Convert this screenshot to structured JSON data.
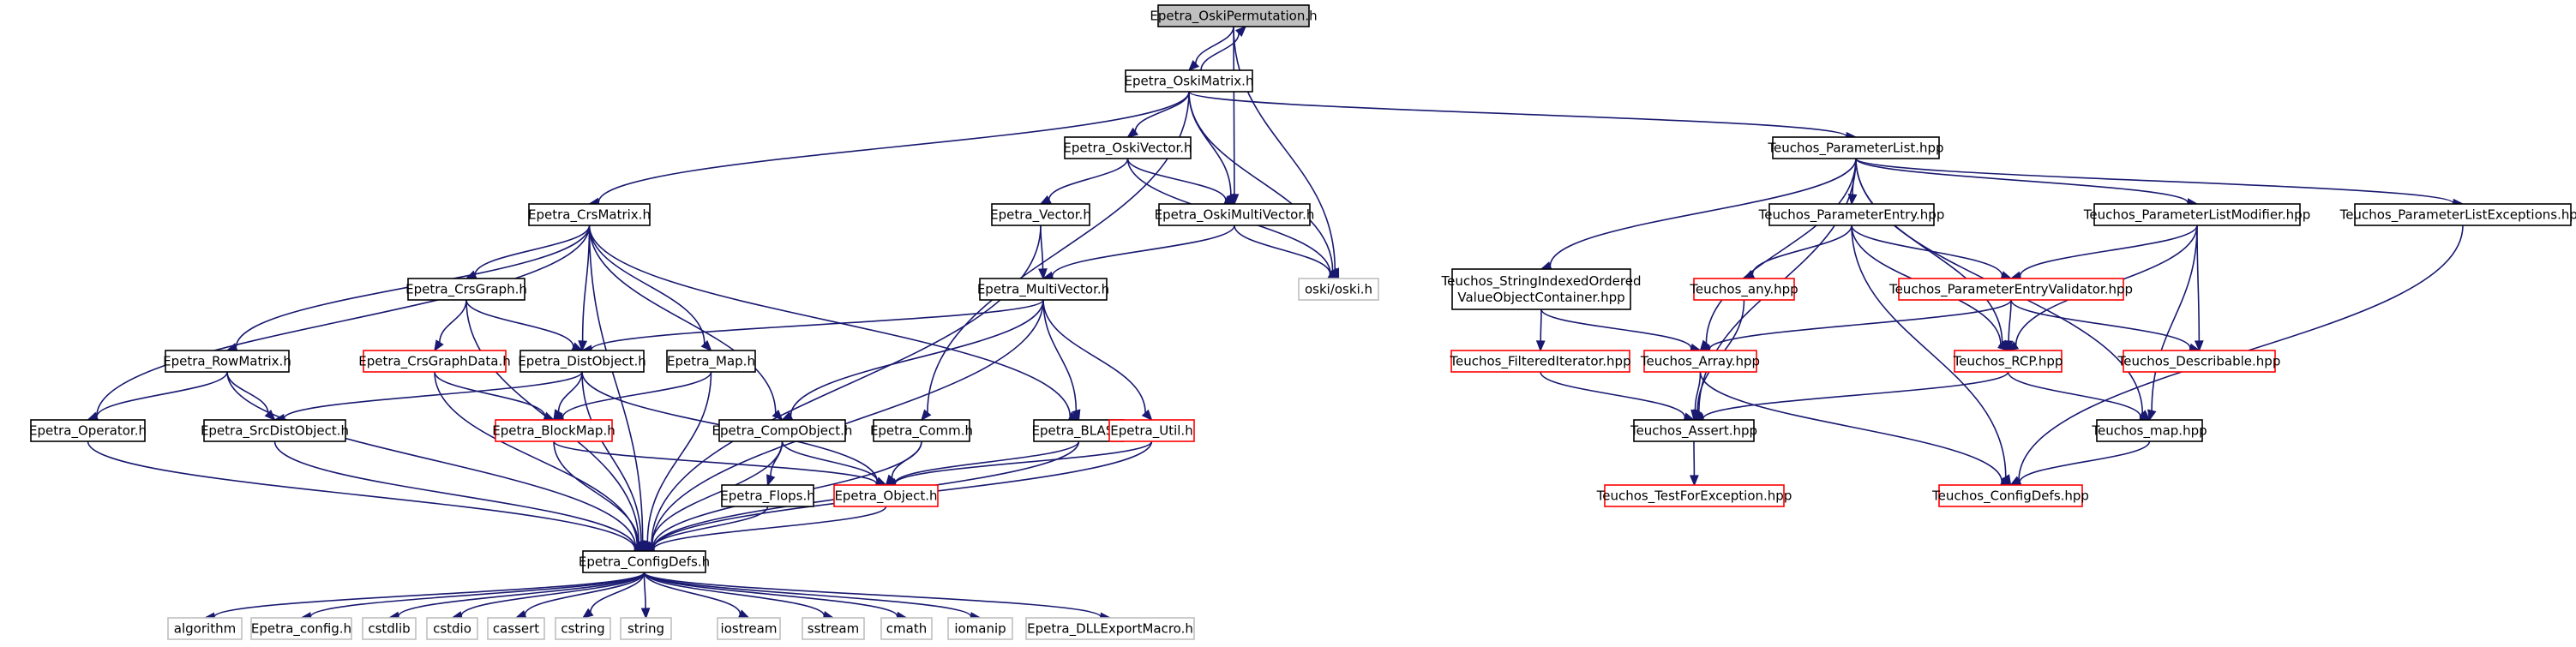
{
  "colors": {
    "edge": "#191970",
    "border_normal": "#000000",
    "border_truncated": "#ff0000",
    "border_external": "#bfbfbf",
    "fill_root": "#bfbfbf",
    "fill": "#ffffff"
  },
  "nodes": [
    {
      "id": "root",
      "lines": [
        "Epetra_OskiPermutation.h"
      ],
      "kind": "root"
    },
    {
      "id": "oskimatrix",
      "lines": [
        "Epetra_OskiMatrix.h"
      ],
      "kind": "normal"
    },
    {
      "id": "crsmatrix",
      "lines": [
        "Epetra_CrsMatrix.h"
      ],
      "kind": "normal"
    },
    {
      "id": "oskivector",
      "lines": [
        "Epetra_OskiVector.h"
      ],
      "kind": "normal"
    },
    {
      "id": "paramlist",
      "lines": [
        "Teuchos_ParameterList.hpp"
      ],
      "kind": "normal"
    },
    {
      "id": "vector",
      "lines": [
        "Epetra_Vector.h"
      ],
      "kind": "normal"
    },
    {
      "id": "oskimultivector",
      "lines": [
        "Epetra_OskiMultiVector.h"
      ],
      "kind": "normal"
    },
    {
      "id": "oski",
      "lines": [
        "oski/oski.h"
      ],
      "kind": "external"
    },
    {
      "id": "paramentry",
      "lines": [
        "Teuchos_ParameterEntry.hpp"
      ],
      "kind": "normal"
    },
    {
      "id": "paramlistmod",
      "lines": [
        "Teuchos_ParameterListModifier.hpp"
      ],
      "kind": "normal"
    },
    {
      "id": "paramlistexc",
      "lines": [
        "Teuchos_ParameterListExceptions.hpp"
      ],
      "kind": "normal"
    },
    {
      "id": "crsgraph",
      "lines": [
        "Epetra_CrsGraph.h"
      ],
      "kind": "normal"
    },
    {
      "id": "multivector",
      "lines": [
        "Epetra_MultiVector.h"
      ],
      "kind": "normal"
    },
    {
      "id": "stringindexed",
      "lines": [
        "Teuchos_StringIndexedOrdered",
        "ValueObjectContainer.hpp"
      ],
      "kind": "normal"
    },
    {
      "id": "any",
      "lines": [
        "Teuchos_any.hpp"
      ],
      "kind": "truncated"
    },
    {
      "id": "paramentryval",
      "lines": [
        "Teuchos_ParameterEntryValidator.hpp"
      ],
      "kind": "truncated"
    },
    {
      "id": "rowmatrix",
      "lines": [
        "Epetra_RowMatrix.h"
      ],
      "kind": "normal"
    },
    {
      "id": "crsgraphdata",
      "lines": [
        "Epetra_CrsGraphData.h"
      ],
      "kind": "truncated"
    },
    {
      "id": "distobject",
      "lines": [
        "Epetra_DistObject.h"
      ],
      "kind": "normal"
    },
    {
      "id": "map",
      "lines": [
        "Epetra_Map.h"
      ],
      "kind": "normal"
    },
    {
      "id": "filtered",
      "lines": [
        "Teuchos_FilteredIterator.hpp"
      ],
      "kind": "truncated"
    },
    {
      "id": "tarray",
      "lines": [
        "Teuchos_Array.hpp"
      ],
      "kind": "truncated"
    },
    {
      "id": "rcp",
      "lines": [
        "Teuchos_RCP.hpp"
      ],
      "kind": "truncated"
    },
    {
      "id": "describable",
      "lines": [
        "Teuchos_Describable.hpp"
      ],
      "kind": "truncated"
    },
    {
      "id": "operator",
      "lines": [
        "Epetra_Operator.h"
      ],
      "kind": "normal"
    },
    {
      "id": "srcdist",
      "lines": [
        "Epetra_SrcDistObject.h"
      ],
      "kind": "normal"
    },
    {
      "id": "blockmap",
      "lines": [
        "Epetra_BlockMap.h"
      ],
      "kind": "truncated"
    },
    {
      "id": "compobject",
      "lines": [
        "Epetra_CompObject.h"
      ],
      "kind": "normal"
    },
    {
      "id": "comm",
      "lines": [
        "Epetra_Comm.h"
      ],
      "kind": "normal"
    },
    {
      "id": "blas",
      "lines": [
        "Epetra_BLAS.h"
      ],
      "kind": "normal"
    },
    {
      "id": "util",
      "lines": [
        "Epetra_Util.h"
      ],
      "kind": "truncated"
    },
    {
      "id": "tassert",
      "lines": [
        "Teuchos_Assert.hpp"
      ],
      "kind": "normal"
    },
    {
      "id": "tmap",
      "lines": [
        "Teuchos_map.hpp"
      ],
      "kind": "normal"
    },
    {
      "id": "flops",
      "lines": [
        "Epetra_Flops.h"
      ],
      "kind": "normal"
    },
    {
      "id": "object",
      "lines": [
        "Epetra_Object.h"
      ],
      "kind": "truncated"
    },
    {
      "id": "testforexc",
      "lines": [
        "Teuchos_TestForException.hpp"
      ],
      "kind": "truncated"
    },
    {
      "id": "tconfig",
      "lines": [
        "Teuchos_ConfigDefs.hpp"
      ],
      "kind": "truncated"
    },
    {
      "id": "configdefs",
      "lines": [
        "Epetra_ConfigDefs.h"
      ],
      "kind": "normal"
    },
    {
      "id": "algorithm",
      "lines": [
        "algorithm"
      ],
      "kind": "external"
    },
    {
      "id": "econfig",
      "lines": [
        "Epetra_config.h"
      ],
      "kind": "external"
    },
    {
      "id": "cstdlib",
      "lines": [
        "cstdlib"
      ],
      "kind": "external"
    },
    {
      "id": "cstdio",
      "lines": [
        "cstdio"
      ],
      "kind": "external"
    },
    {
      "id": "cassert",
      "lines": [
        "cassert"
      ],
      "kind": "external"
    },
    {
      "id": "cstring",
      "lines": [
        "cstring"
      ],
      "kind": "external"
    },
    {
      "id": "string",
      "lines": [
        "string"
      ],
      "kind": "external"
    },
    {
      "id": "iostream",
      "lines": [
        "iostream"
      ],
      "kind": "external"
    },
    {
      "id": "sstream",
      "lines": [
        "sstream"
      ],
      "kind": "external"
    },
    {
      "id": "cmath",
      "lines": [
        "cmath"
      ],
      "kind": "external"
    },
    {
      "id": "iomanip",
      "lines": [
        "iomanip"
      ],
      "kind": "external"
    },
    {
      "id": "dllexport",
      "lines": [
        "Epetra_DLLExportMacro.h"
      ],
      "kind": "external"
    }
  ],
  "edges": [
    [
      "root",
      "oskimatrix"
    ],
    [
      "oskimatrix",
      "root"
    ],
    [
      "root",
      "oskimultivector"
    ],
    [
      "root",
      "oski"
    ],
    [
      "oskimatrix",
      "crsmatrix"
    ],
    [
      "oskimatrix",
      "oskivector"
    ],
    [
      "oskimatrix",
      "oskimultivector"
    ],
    [
      "oskimatrix",
      "paramlist"
    ],
    [
      "oskimatrix",
      "oski"
    ],
    [
      "oskimatrix",
      "comm"
    ],
    [
      "crsmatrix",
      "crsgraph"
    ],
    [
      "crsmatrix",
      "distobject"
    ],
    [
      "crsmatrix",
      "map"
    ],
    [
      "crsmatrix",
      "rowmatrix"
    ],
    [
      "crsmatrix",
      "operator"
    ],
    [
      "crsmatrix",
      "compobject"
    ],
    [
      "crsmatrix",
      "blas"
    ],
    [
      "crsmatrix",
      "configdefs"
    ],
    [
      "oskivector",
      "vector"
    ],
    [
      "oskivector",
      "oskimultivector"
    ],
    [
      "oskivector",
      "oski"
    ],
    [
      "oskimultivector",
      "multivector"
    ],
    [
      "oskimultivector",
      "oski"
    ],
    [
      "vector",
      "multivector"
    ],
    [
      "vector",
      "configdefs"
    ],
    [
      "multivector",
      "distobject"
    ],
    [
      "multivector",
      "compobject"
    ],
    [
      "multivector",
      "blas"
    ],
    [
      "multivector",
      "util"
    ],
    [
      "multivector",
      "configdefs"
    ],
    [
      "crsgraph",
      "crsgraphdata"
    ],
    [
      "crsgraph",
      "distobject"
    ],
    [
      "crsgraph",
      "configdefs"
    ],
    [
      "rowmatrix",
      "operator"
    ],
    [
      "rowmatrix",
      "srcdist"
    ],
    [
      "rowmatrix",
      "configdefs"
    ],
    [
      "crsgraphdata",
      "blockmap"
    ],
    [
      "crsgraphdata",
      "configdefs"
    ],
    [
      "distobject",
      "srcdist"
    ],
    [
      "distobject",
      "blockmap"
    ],
    [
      "distobject",
      "object"
    ],
    [
      "distobject",
      "configdefs"
    ],
    [
      "map",
      "blockmap"
    ],
    [
      "map",
      "configdefs"
    ],
    [
      "operator",
      "configdefs"
    ],
    [
      "srcdist",
      "configdefs"
    ],
    [
      "blockmap",
      "object"
    ],
    [
      "blockmap",
      "configdefs"
    ],
    [
      "compobject",
      "flops"
    ],
    [
      "compobject",
      "object"
    ],
    [
      "compobject",
      "configdefs"
    ],
    [
      "comm",
      "object"
    ],
    [
      "comm",
      "configdefs"
    ],
    [
      "blas",
      "object"
    ],
    [
      "blas",
      "configdefs"
    ],
    [
      "util",
      "object"
    ],
    [
      "util",
      "configdefs"
    ],
    [
      "flops",
      "configdefs"
    ],
    [
      "object",
      "configdefs"
    ],
    [
      "configdefs",
      "algorithm"
    ],
    [
      "configdefs",
      "econfig"
    ],
    [
      "configdefs",
      "cstdlib"
    ],
    [
      "configdefs",
      "cstdio"
    ],
    [
      "configdefs",
      "cassert"
    ],
    [
      "configdefs",
      "cstring"
    ],
    [
      "configdefs",
      "string"
    ],
    [
      "configdefs",
      "iostream"
    ],
    [
      "configdefs",
      "sstream"
    ],
    [
      "configdefs",
      "cmath"
    ],
    [
      "configdefs",
      "iomanip"
    ],
    [
      "configdefs",
      "dllexport"
    ],
    [
      "paramlist",
      "paramentry"
    ],
    [
      "paramlist",
      "paramlistmod"
    ],
    [
      "paramlist",
      "paramlistexc"
    ],
    [
      "paramlist",
      "stringindexed"
    ],
    [
      "paramlist",
      "tarray"
    ],
    [
      "paramlist",
      "rcp"
    ],
    [
      "paramlist",
      "tassert"
    ],
    [
      "paramlist",
      "tmap"
    ],
    [
      "paramentry",
      "any"
    ],
    [
      "paramentry",
      "paramentryval"
    ],
    [
      "paramentry",
      "rcp"
    ],
    [
      "paramentry",
      "tconfig"
    ],
    [
      "paramlistmod",
      "paramentryval"
    ],
    [
      "paramlistmod",
      "rcp"
    ],
    [
      "paramlistmod",
      "describable"
    ],
    [
      "paramlistmod",
      "tmap"
    ],
    [
      "paramlistexc",
      "tconfig"
    ],
    [
      "stringindexed",
      "filtered"
    ],
    [
      "stringindexed",
      "tarray"
    ],
    [
      "any",
      "tassert"
    ],
    [
      "paramentryval",
      "tarray"
    ],
    [
      "paramentryval",
      "rcp"
    ],
    [
      "paramentryval",
      "describable"
    ],
    [
      "filtered",
      "tassert"
    ],
    [
      "tarray",
      "tassert"
    ],
    [
      "tarray",
      "tconfig"
    ],
    [
      "rcp",
      "tassert"
    ],
    [
      "rcp",
      "tmap"
    ],
    [
      "tassert",
      "testforexc"
    ],
    [
      "tmap",
      "tconfig"
    ]
  ]
}
